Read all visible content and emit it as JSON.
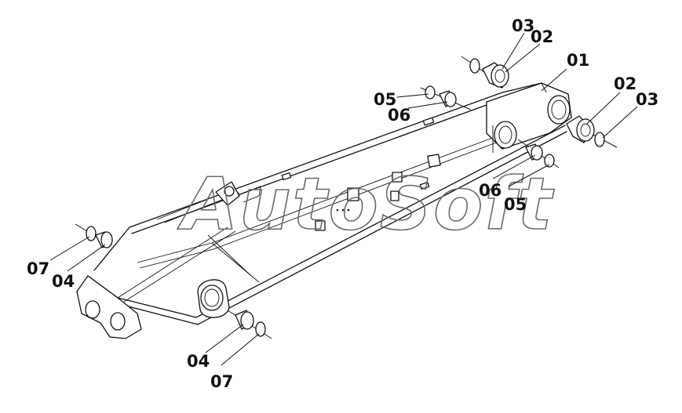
{
  "watermark": "AutoSoft",
  "callouts": {
    "c01": "01",
    "c02_top": "02",
    "c03_top": "03",
    "c02_right": "02",
    "c03_right": "03",
    "c05_top": "05",
    "c06_top": "06",
    "c06_mid": "06",
    "c05_mid": "05",
    "c07_left": "07",
    "c04_left": "04",
    "c04_bottom": "04",
    "c07_bottom": "07"
  },
  "colors": {
    "line": "#111111",
    "watermark": "#6a6a6a",
    "background": "#ffffff"
  }
}
